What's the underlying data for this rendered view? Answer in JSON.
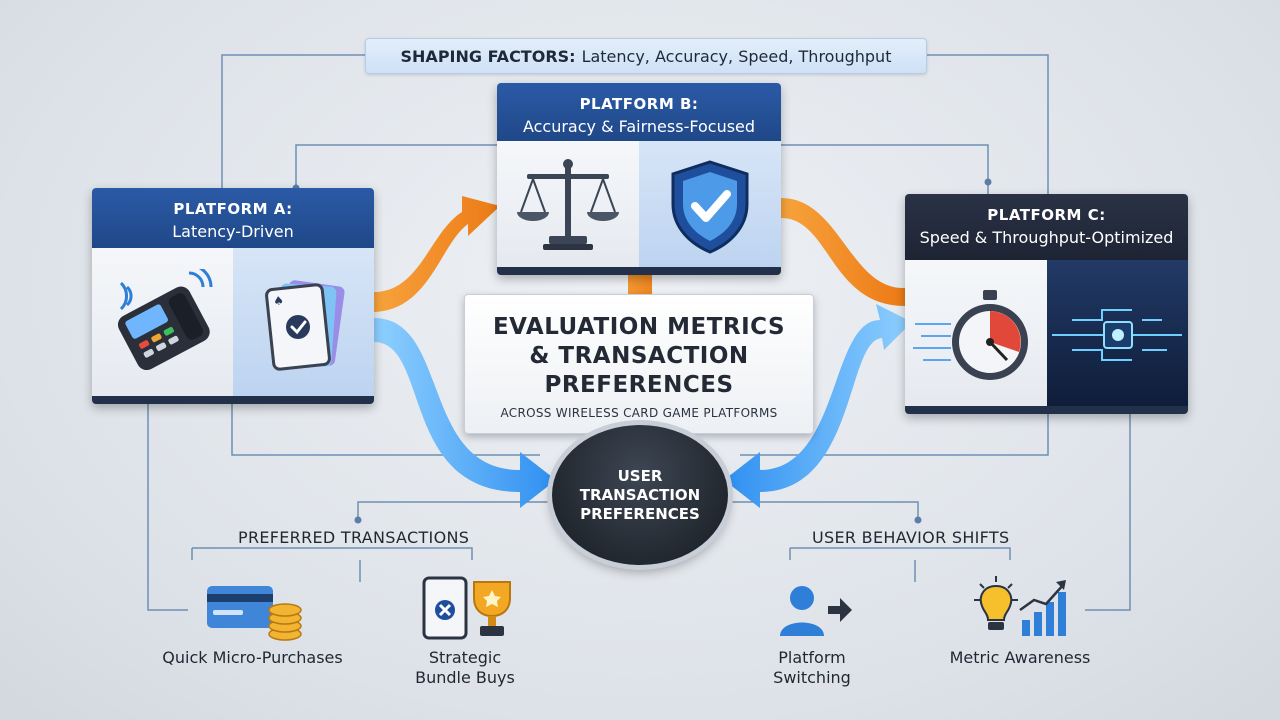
{
  "banner": {
    "label_bold": "SHAPING FACTORS:",
    "label_rest": "Latency, Accuracy, Speed, Throughput"
  },
  "platforms": {
    "a": {
      "title": "PLATFORM A:",
      "subtitle": "Latency-Driven"
    },
    "b": {
      "title": "PLATFORM B:",
      "subtitle": "Accuracy & Fairness-Focused"
    },
    "c": {
      "title": "PLATFORM C:",
      "subtitle": "Speed & Throughput-Optimized"
    }
  },
  "center": {
    "title_line1": "EVALUATION METRICS",
    "title_line2": "& TRANSACTION",
    "title_line3": "PREFERENCES",
    "subtitle": "ACROSS WIRELESS CARD GAME PLATFORMS"
  },
  "hub": {
    "line1": "USER",
    "line2": "TRANSACTION",
    "line3": "PREFERENCES"
  },
  "preferred": {
    "heading": "PREFERRED TRANSACTIONS",
    "items": [
      {
        "label": "Quick Micro-Purchases"
      },
      {
        "label_line1": "Strategic",
        "label_line2": "Bundle Buys"
      }
    ]
  },
  "behavior": {
    "heading": "USER BEHAVIOR SHIFTS",
    "items": [
      {
        "label_line1": "Platform",
        "label_line2": "Switching"
      },
      {
        "label": "Metric Awareness"
      }
    ]
  },
  "colors": {
    "platform_blue": "#2b5aa6",
    "orange_arrow": "#f08a24",
    "blue_arrow": "#3e9ef0",
    "hub_dark": "#22282f",
    "connector_line": "#6f8fb3"
  }
}
